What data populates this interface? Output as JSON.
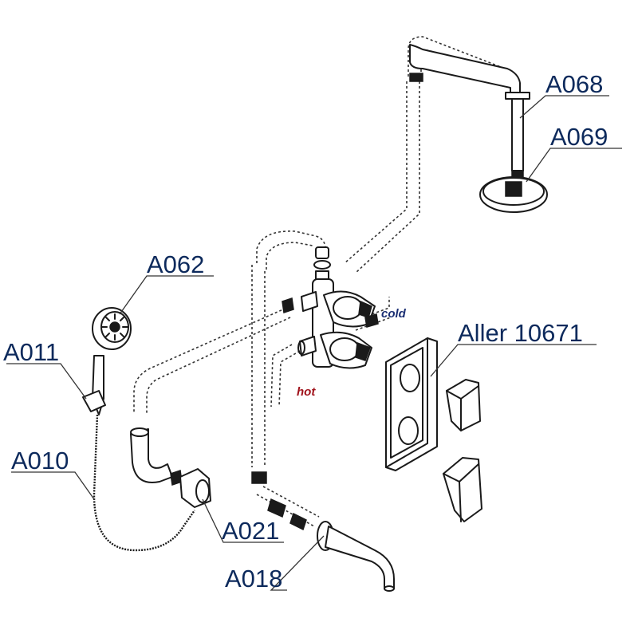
{
  "labels": {
    "a068": "A068",
    "a069": "A069",
    "a062": "A062",
    "a011": "A011",
    "a010": "A010",
    "a021": "A021",
    "a018": "A018",
    "aller": "Aller 10671"
  },
  "flow": {
    "cold": "cold",
    "hot": "hot"
  },
  "colors": {
    "label": "#0d2a5c",
    "cold": "#1b2f73",
    "hot": "#a0121b",
    "line": "#1a1a1a"
  }
}
